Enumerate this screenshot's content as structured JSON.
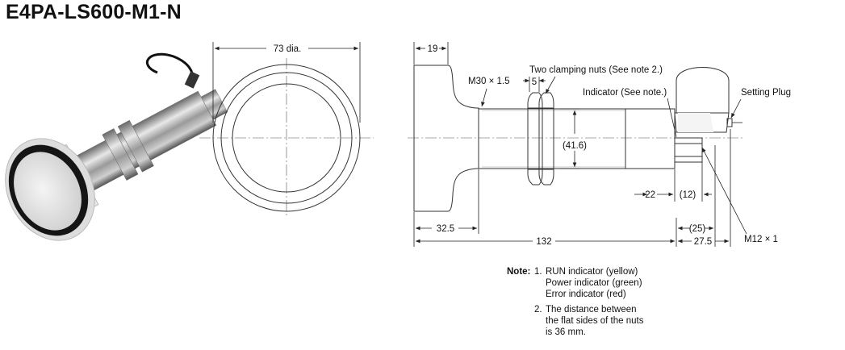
{
  "title": "E4PA-LS600-M1-N",
  "front_view": {
    "diameter_label": "73 dia."
  },
  "side_view": {
    "dim_19": "19",
    "thread_label": "M30 × 1.5",
    "dim_5": "5",
    "nuts_label": "Two clamping nuts (See note 2.)",
    "indicator_label": "Indicator (See note.)",
    "setting_plug_label": "Setting Plug",
    "dim_41_6": "(41.6)",
    "dim_22": "22",
    "dim_12": "(12)",
    "dim_32_5": "32.5",
    "dim_25": "(25)",
    "connector_label": "M12 × 1",
    "dim_132": "132",
    "dim_27_5": "27.5"
  },
  "notes": {
    "heading": "Note:",
    "items": [
      {
        "num": "1.",
        "lines": [
          "RUN indicator (yellow)",
          "Power indicator (green)",
          "Error indicator (red)"
        ]
      },
      {
        "num": "2.",
        "lines": [
          "The distance between",
          "the flat sides of the nuts",
          "is 36 mm."
        ]
      }
    ]
  }
}
